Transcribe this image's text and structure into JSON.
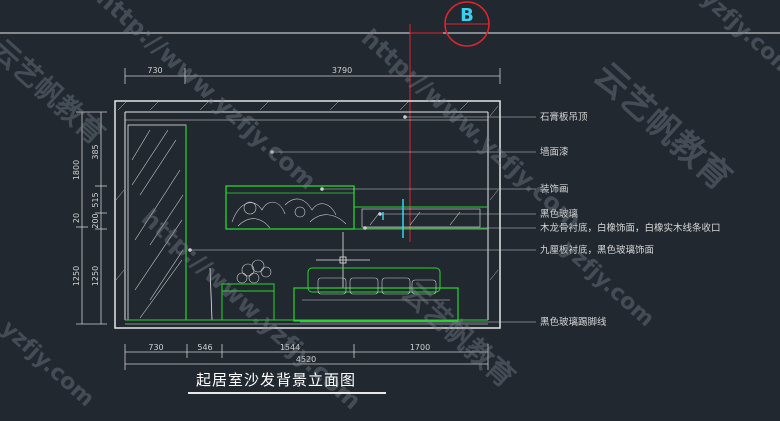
{
  "title": "起居室沙发背景立面图",
  "marker": {
    "letter": "B",
    "color": "#e0242e",
    "text_color": "#3ad0f0"
  },
  "colors": {
    "background": "#212830",
    "lines": "#e6e6e6",
    "green": "#27d630",
    "dimension": "#cfcfcf",
    "cyan": "#36d2f0"
  },
  "dimensions": {
    "top": [
      "730",
      "3790"
    ],
    "bottom": [
      "730",
      "546",
      "1544",
      "1700"
    ],
    "bottom_total": "4520",
    "left_inner": [
      "385",
      "515",
      "200",
      "1250"
    ],
    "left_outer": [
      "1800",
      "20",
      "1250"
    ]
  },
  "callouts": [
    "石膏板吊顶",
    "墙面漆",
    "装饰画",
    "黑色玻璃",
    "木龙骨衬底，白橡饰面，白橡实木线条收口",
    "九厘板衬底，黑色玻璃饰面",
    "黑色玻璃踢脚线"
  ],
  "watermarks": {
    "cn": "云艺帆教育",
    "url": "http://www.yzfjy.com",
    "url_short": "yzfjy.com"
  }
}
